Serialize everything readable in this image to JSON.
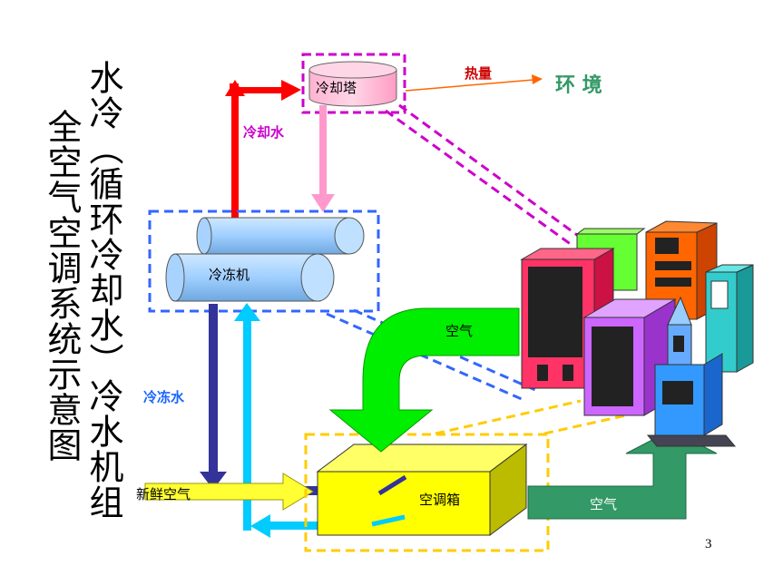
{
  "title": {
    "line1": "水冷（循环冷却水）冷水机组",
    "line2": "全空气空调系统示意图"
  },
  "labels": {
    "cooling_tower": "冷却塔",
    "heat": "热量",
    "environment": "环 境",
    "cooling_water": "冷却水",
    "chiller": "冷冻机",
    "chilled_water": "冷冻水",
    "air_top": "空气",
    "fresh_air": "新鲜空气",
    "ahu": "空调箱",
    "air_bottom": "空气",
    "page_number": "3"
  },
  "colors": {
    "cooling_water": "#ff0000",
    "cooling_water_return": "#ff99cc",
    "chilled_water_supply": "#333399",
    "chilled_water_return": "#00ccff",
    "tower_box": "#cc00cc",
    "chiller_box": "#3366ff",
    "ahu_box": "#ffcc00",
    "air_arrow_green": "#00ee00",
    "air_arrow_teal": "#339966",
    "heat_arrow": "#ff6600",
    "environment_text": "#339966"
  }
}
